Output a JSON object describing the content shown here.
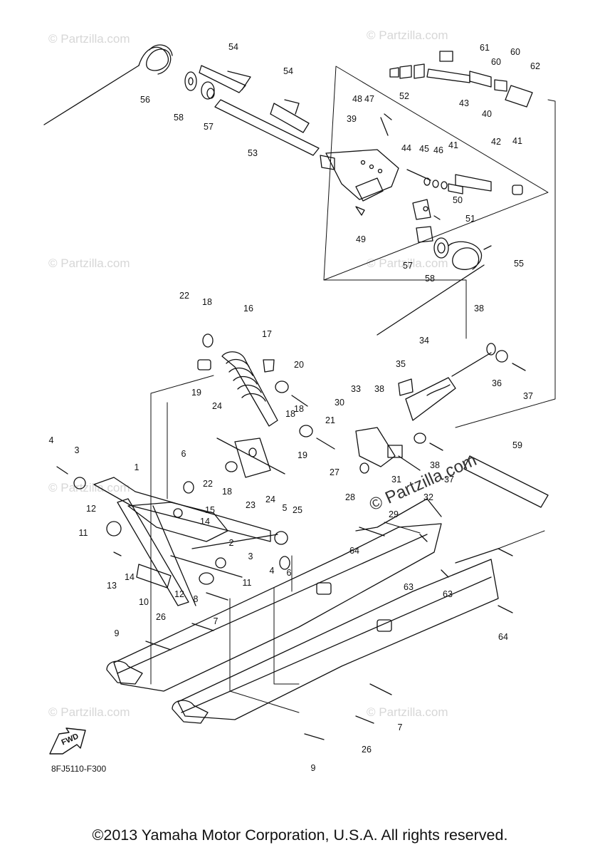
{
  "diagram": {
    "diagram_code": "8FJ5110-F300",
    "copyright": "©2013 Yamaha Motor Corporation, U.S.A. All rights reserved.",
    "fwd_label": "FWD",
    "watermark_small": "© Partzilla.com",
    "watermark_big": "© Partzilla.com",
    "callouts": [
      {
        "label": "1"
      },
      {
        "label": "2"
      },
      {
        "label": "3"
      },
      {
        "label": "3"
      },
      {
        "label": "4"
      },
      {
        "label": "4"
      },
      {
        "label": "5"
      },
      {
        "label": "6"
      },
      {
        "label": "6"
      },
      {
        "label": "7"
      },
      {
        "label": "7"
      },
      {
        "label": "8"
      },
      {
        "label": "9"
      },
      {
        "label": "9"
      },
      {
        "label": "10"
      },
      {
        "label": "11"
      },
      {
        "label": "11"
      },
      {
        "label": "12"
      },
      {
        "label": "12"
      },
      {
        "label": "13"
      },
      {
        "label": "14"
      },
      {
        "label": "14"
      },
      {
        "label": "15"
      },
      {
        "label": "16"
      },
      {
        "label": "17"
      },
      {
        "label": "18"
      },
      {
        "label": "18"
      },
      {
        "label": "18"
      },
      {
        "label": "18"
      },
      {
        "label": "19"
      },
      {
        "label": "19"
      },
      {
        "label": "20"
      },
      {
        "label": "21"
      },
      {
        "label": "22"
      },
      {
        "label": "22"
      },
      {
        "label": "23"
      },
      {
        "label": "24"
      },
      {
        "label": "24"
      },
      {
        "label": "25"
      },
      {
        "label": "26"
      },
      {
        "label": "26"
      },
      {
        "label": "27"
      },
      {
        "label": "28"
      },
      {
        "label": "29"
      },
      {
        "label": "30"
      },
      {
        "label": "31"
      },
      {
        "label": "32"
      },
      {
        "label": "33"
      },
      {
        "label": "34"
      },
      {
        "label": "35"
      },
      {
        "label": "36"
      },
      {
        "label": "37"
      },
      {
        "label": "37"
      },
      {
        "label": "38"
      },
      {
        "label": "38"
      },
      {
        "label": "38"
      },
      {
        "label": "39"
      },
      {
        "label": "40"
      },
      {
        "label": "41"
      },
      {
        "label": "41"
      },
      {
        "label": "42"
      },
      {
        "label": "43"
      },
      {
        "label": "44"
      },
      {
        "label": "45"
      },
      {
        "label": "46"
      },
      {
        "label": "47"
      },
      {
        "label": "48"
      },
      {
        "label": "49"
      },
      {
        "label": "50"
      },
      {
        "label": "51"
      },
      {
        "label": "52"
      },
      {
        "label": "53"
      },
      {
        "label": "54"
      },
      {
        "label": "54"
      },
      {
        "label": "55"
      },
      {
        "label": "56"
      },
      {
        "label": "57"
      },
      {
        "label": "57"
      },
      {
        "label": "58"
      },
      {
        "label": "58"
      },
      {
        "label": "59"
      },
      {
        "label": "60"
      },
      {
        "label": "60"
      },
      {
        "label": "61"
      },
      {
        "label": "62"
      },
      {
        "label": "63"
      },
      {
        "label": "63"
      },
      {
        "label": "64"
      },
      {
        "label": "64"
      }
    ]
  }
}
